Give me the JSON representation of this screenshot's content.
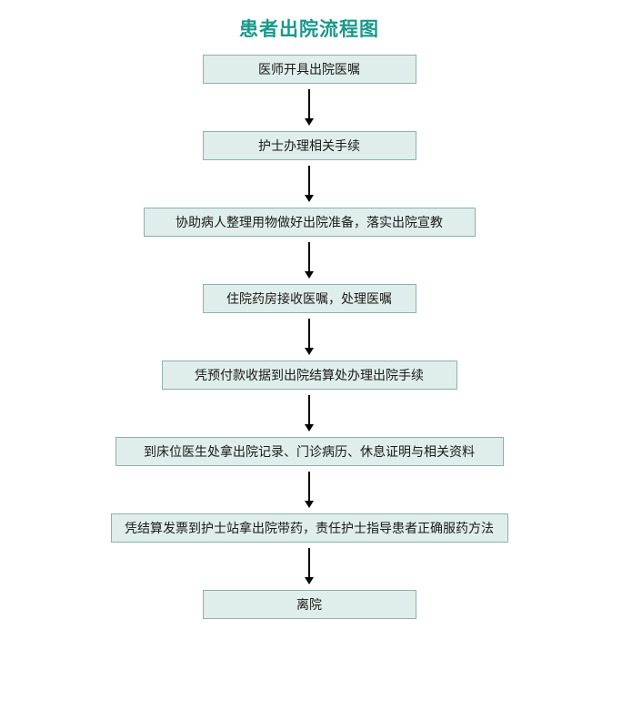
{
  "title": "患者出院流程图",
  "steps": [
    {
      "label": "医师开具出院医嘱"
    },
    {
      "label": "护士办理相关手续"
    },
    {
      "label": "协助病人整理用物做好出院准备，落实出院宣教"
    },
    {
      "label": "住院药房接收医嘱，处理医嘱"
    },
    {
      "label": "凭预付款收据到出院结算处办理出院手续"
    },
    {
      "label": "到床位医生处拿出院记录、门诊病历、休息证明与相关资料"
    },
    {
      "label": "凭结算发票到护士站拿出院带药，责任护士指导患者正确服药方法"
    },
    {
      "label": "离院"
    }
  ],
  "colors": {
    "title": "#17998b",
    "box_fill": "#dfeeea",
    "box_border": "#8fb0aa",
    "arrow": "#000000"
  }
}
